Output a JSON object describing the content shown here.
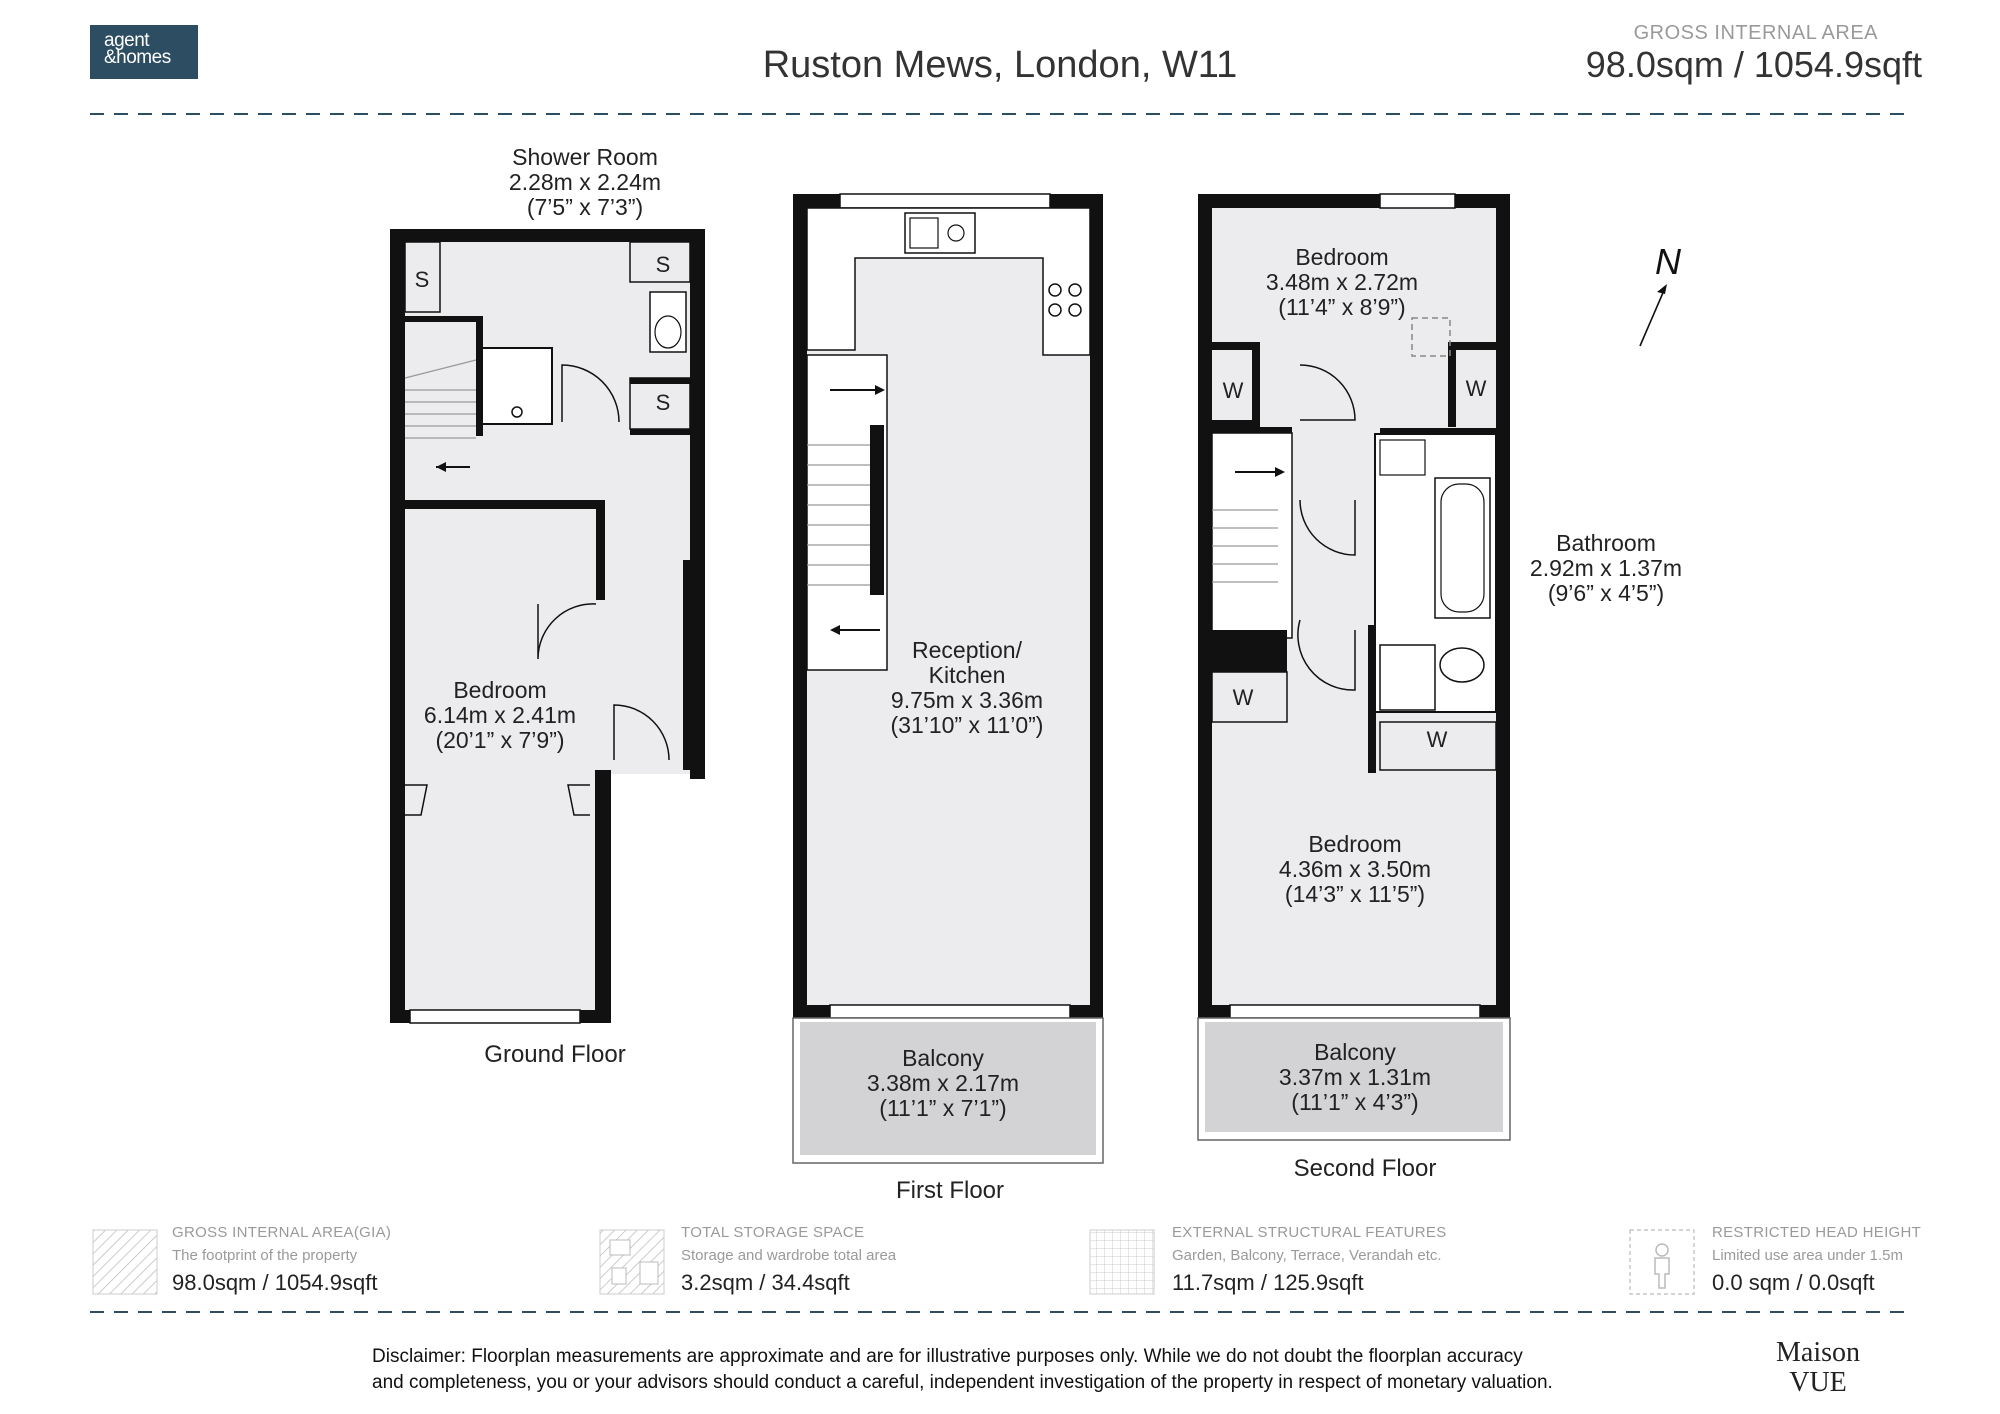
{
  "header": {
    "logo_line1": "agent",
    "logo_line2": "&homes",
    "title": "Ruston Mews, London, W11",
    "gia_label": "GROSS INTERNAL AREA",
    "gia_value": "98.0sqm / 1054.9sqft"
  },
  "plan": {
    "north": "N",
    "ground_floor": {
      "label": "Ground Floor",
      "shower_room": {
        "name": "Shower Room",
        "metric": "2.28m x 2.24m",
        "imperial": "(7’5” x 7’3”)"
      },
      "bedroom": {
        "name": "Bedroom",
        "metric": "6.14m x 2.41m",
        "imperial": "(20’1” x 7’9”)"
      },
      "storage_marks": [
        "S",
        "S",
        "S"
      ]
    },
    "first_floor": {
      "label": "First Floor",
      "reception": {
        "name_line1": "Reception/",
        "name_line2": "Kitchen",
        "metric": "9.75m x 3.36m",
        "imperial": "(31’10” x 11’0”)"
      },
      "balcony": {
        "name": "Balcony",
        "metric": "3.38m x 2.17m",
        "imperial": "(11’1” x 7’1”)"
      }
    },
    "second_floor": {
      "label": "Second Floor",
      "bedroom_top": {
        "name": "Bedroom",
        "metric": "3.48m x 2.72m",
        "imperial": "(11’4” x 8’9”)"
      },
      "bathroom": {
        "name": "Bathroom",
        "metric": "2.92m x 1.37m",
        "imperial": "(9’6” x 4’5”)"
      },
      "bedroom_bottom": {
        "name": "Bedroom",
        "metric": "4.36m x 3.50m",
        "imperial": "(14’3” x 11’5”)"
      },
      "balcony": {
        "name": "Balcony",
        "metric": "3.37m x 1.31m",
        "imperial": "(11’1” x 4’3”)"
      },
      "wardrobe_marks": [
        "W",
        "W",
        "W",
        "W"
      ]
    }
  },
  "legend": [
    {
      "title": "GROSS INTERNAL AREA(GIA)",
      "sub": "The footprint of the property",
      "value": "98.0sqm / 1054.9sqft",
      "icon": "hatched-area-icon"
    },
    {
      "title": "TOTAL STORAGE SPACE",
      "sub": "Storage and wardrobe total area",
      "value": "3.2sqm / 34.4sqft",
      "icon": "storage-pattern-icon"
    },
    {
      "title": "EXTERNAL STRUCTURAL FEATURES",
      "sub": "Garden, Balcony, Terrace, Verandah etc.",
      "value": "11.7sqm / 125.9sqft",
      "icon": "grid-pattern-icon"
    },
    {
      "title": "RESTRICTED HEAD HEIGHT",
      "sub": "Limited use area under 1.5m",
      "value": "0.0 sqm / 0.0sqft",
      "icon": "person-height-icon"
    }
  ],
  "footer": {
    "disclaimer_line1": "Disclaimer: Floorplan measurements are approximate and are for illustrative purposes only. While we do not doubt the floorplan accuracy",
    "disclaimer_line2": "and completeness, you or your advisors should conduct a careful, independent investigation of the property in respect of monetary valuation.",
    "brand_line1": "Maison",
    "brand_line2": "VUE"
  }
}
